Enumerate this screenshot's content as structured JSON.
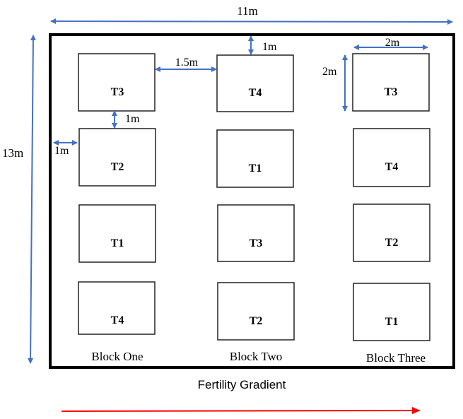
{
  "diagram": {
    "type": "field-layout",
    "description": "Randomized complete block design field layout",
    "dimensions": {
      "field_width_label": "11m",
      "field_height_label": "13m",
      "plot_width_label": "2m",
      "plot_height_label": "2m",
      "border_gap_top_label": "1m",
      "border_gap_left_label": "1m",
      "plot_gap_vertical_label": "1m",
      "block_gap_label": "1.5m"
    },
    "blocks": [
      {
        "name": "Block One",
        "plots": [
          "T3",
          "T2",
          "T1",
          "T4"
        ]
      },
      {
        "name": "Block Two",
        "plots": [
          "T4",
          "T1",
          "T3",
          "T2"
        ]
      },
      {
        "name": "Block Three",
        "plots": [
          "T3",
          "T4",
          "T2",
          "T1"
        ]
      }
    ],
    "gradient_label": "Fertility Gradient",
    "colors": {
      "dimension_arrow": "#4472C4",
      "gradient_arrow": "#FF0000",
      "border": "#000000"
    }
  }
}
